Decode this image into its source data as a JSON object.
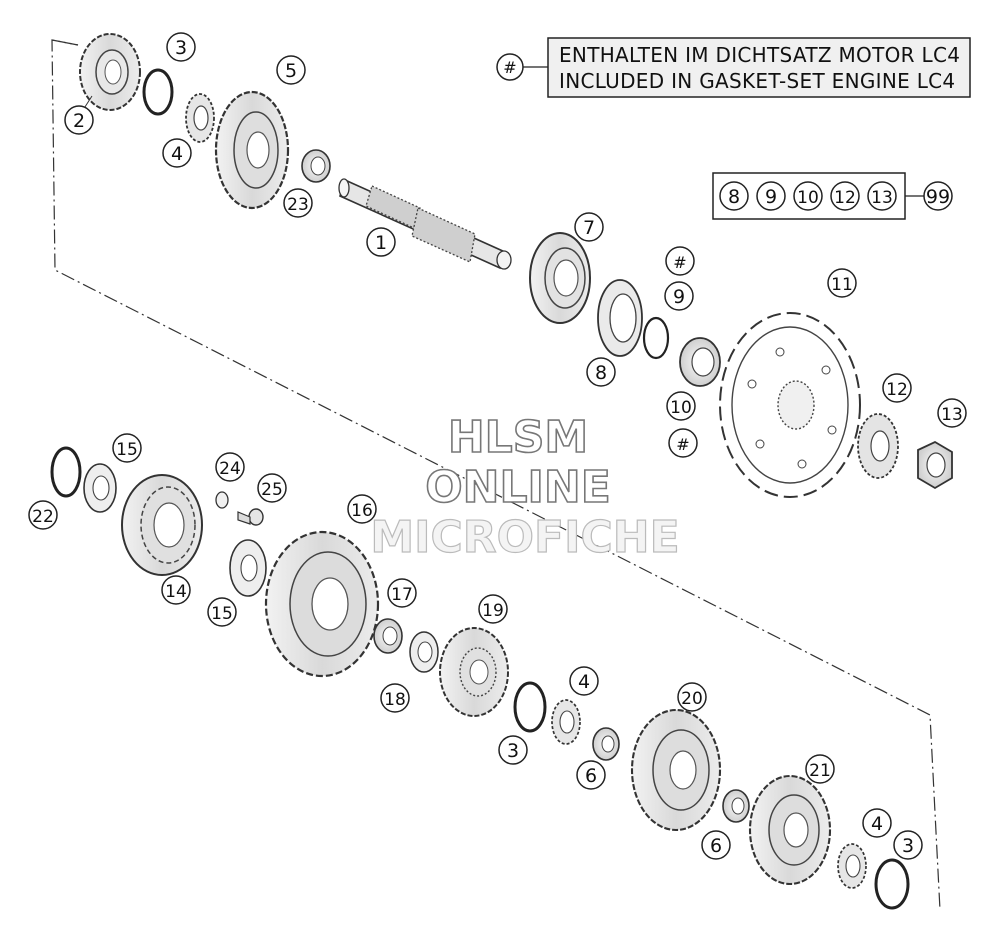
{
  "legend": {
    "marker": "#",
    "line1": "ENTHALTEN IM DICHTSATZ MOTOR LC4",
    "line2": "INCLUDED IN GASKET-SET ENGINE LC4"
  },
  "kit": {
    "items": [
      "8",
      "9",
      "10",
      "12",
      "13"
    ],
    "result": "99"
  },
  "watermark": {
    "line1": "HLSM",
    "line2": "ONLINE",
    "line3": "MICROFICHE"
  },
  "callouts": [
    {
      "label": "1"
    },
    {
      "label": "2"
    },
    {
      "label": "3"
    },
    {
      "label": "4"
    },
    {
      "label": "5"
    },
    {
      "label": "23"
    },
    {
      "label": "7"
    },
    {
      "label": "#"
    },
    {
      "label": "9"
    },
    {
      "label": "8"
    },
    {
      "label": "11"
    },
    {
      "label": "10"
    },
    {
      "label": "#"
    },
    {
      "label": "12"
    },
    {
      "label": "13"
    },
    {
      "label": "15"
    },
    {
      "label": "22"
    },
    {
      "label": "24"
    },
    {
      "label": "25"
    },
    {
      "label": "14"
    },
    {
      "label": "15"
    },
    {
      "label": "16"
    },
    {
      "label": "17"
    },
    {
      "label": "18"
    },
    {
      "label": "19"
    },
    {
      "label": "4"
    },
    {
      "label": "3"
    },
    {
      "label": "6"
    },
    {
      "label": "20"
    },
    {
      "label": "21"
    },
    {
      "label": "6"
    },
    {
      "label": "4"
    },
    {
      "label": "3"
    }
  ]
}
